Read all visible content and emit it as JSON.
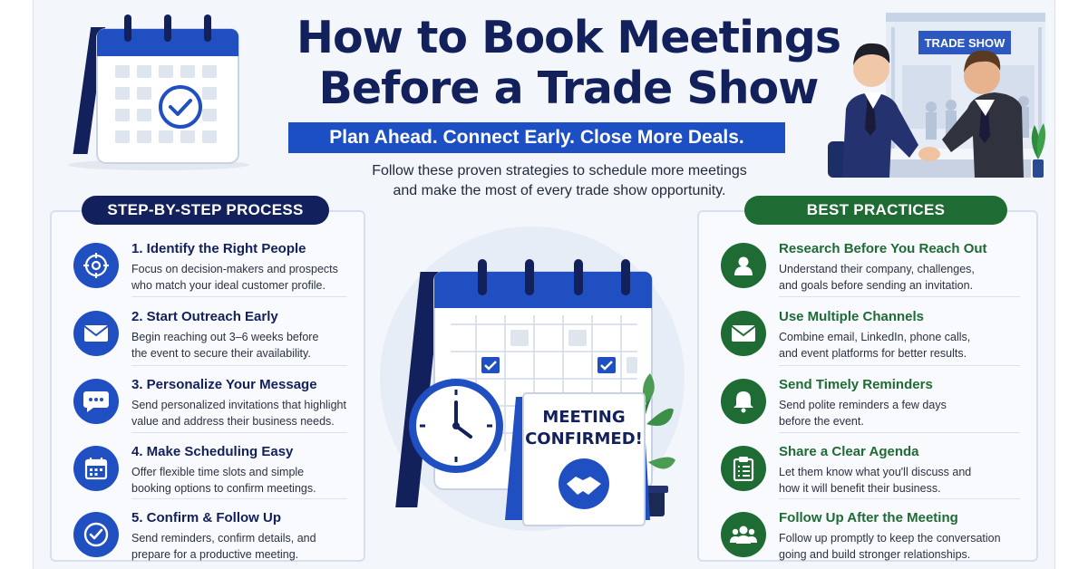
{
  "title": {
    "line1": "How to Book Meetings",
    "line2": "Before a Trade Show"
  },
  "tagline": "Plan Ahead. Connect Early. Close More Deals.",
  "intro": {
    "line1": "Follow these proven strategies to schedule more meetings",
    "line2": "and make the most of every trade show opportunity."
  },
  "scene": {
    "sign": "TRADE SHOW"
  },
  "center": {
    "badge_line1": "MEETING",
    "badge_line2": "CONFIRMED!"
  },
  "left_section": {
    "header": "STEP-BY-STEP PROCESS",
    "items": [
      {
        "icon": "target-icon",
        "title": "1. Identify the Right People",
        "desc1": "Focus on decision-makers and prospects",
        "desc2": "who match your ideal customer profile."
      },
      {
        "icon": "envelope-icon",
        "title": "2. Start Outreach Early",
        "desc1": "Begin reaching out 3–6 weeks before",
        "desc2": "the event to secure their availability."
      },
      {
        "icon": "chat-bubble-icon",
        "title": "3. Personalize Your Message",
        "desc1": "Send personalized invitations that highlight",
        "desc2": "value and address their business needs."
      },
      {
        "icon": "calendar-icon",
        "title": "4. Make Scheduling Easy",
        "desc1": "Offer flexible time slots and simple",
        "desc2": "booking options to confirm meetings."
      },
      {
        "icon": "check-circle-icon",
        "title": "5. Confirm & Follow Up",
        "desc1": "Send reminders, confirm details, and",
        "desc2": "prepare for a productive meeting."
      }
    ]
  },
  "right_section": {
    "header": "BEST PRACTICES",
    "items": [
      {
        "icon": "person-icon",
        "title": "Research Before You Reach Out",
        "desc1": "Understand their company, challenges,",
        "desc2": "and goals before sending an invitation."
      },
      {
        "icon": "envelope-icon",
        "title": "Use Multiple Channels",
        "desc1": "Combine email, LinkedIn, phone calls,",
        "desc2": "and event platforms for better results."
      },
      {
        "icon": "bell-icon",
        "title": "Send Timely Reminders",
        "desc1": "Send polite reminders a few days",
        "desc2": "before the event."
      },
      {
        "icon": "clipboard-icon",
        "title": "Share a Clear Agenda",
        "desc1": "Let them know what you'll discuss and",
        "desc2": "how it will benefit their business."
      },
      {
        "icon": "group-icon",
        "title": "Follow Up After the Meeting",
        "desc1": "Follow up promptly to keep the conversation",
        "desc2": "going and build stronger relationships."
      }
    ]
  },
  "colors": {
    "navy": "#12205b",
    "blue": "#1f4fc0",
    "green": "#1e6b34",
    "background": "#f3f6fb"
  }
}
